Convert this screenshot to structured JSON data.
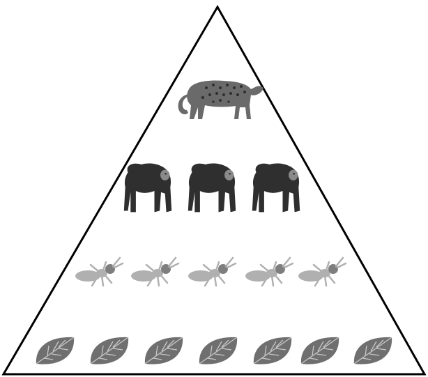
{
  "diagram": {
    "shape": "pyramid",
    "levels": [
      {
        "organism": "leopard",
        "icon": "leopard-icon",
        "count": 1
      },
      {
        "organism": "chimpanzee",
        "icon": "chimpanzee-icon",
        "count": 3
      },
      {
        "organism": "insect",
        "icon": "insect-icon",
        "count": 5
      },
      {
        "organism": "leaf",
        "icon": "leaf-icon",
        "count": 7
      }
    ]
  },
  "colors": {
    "outline": "#000000",
    "leopard": "#6a6a6a",
    "leopard_spots": "#2e2e2e",
    "chimpanzee": "#2f2f2f",
    "chimpanzee_face": "#8a8a8a",
    "insect": "#b0b0b0",
    "insect_dark": "#7e7e7e",
    "leaf": "#6f6f6f",
    "leaf_vein": "#c8c8c8"
  }
}
